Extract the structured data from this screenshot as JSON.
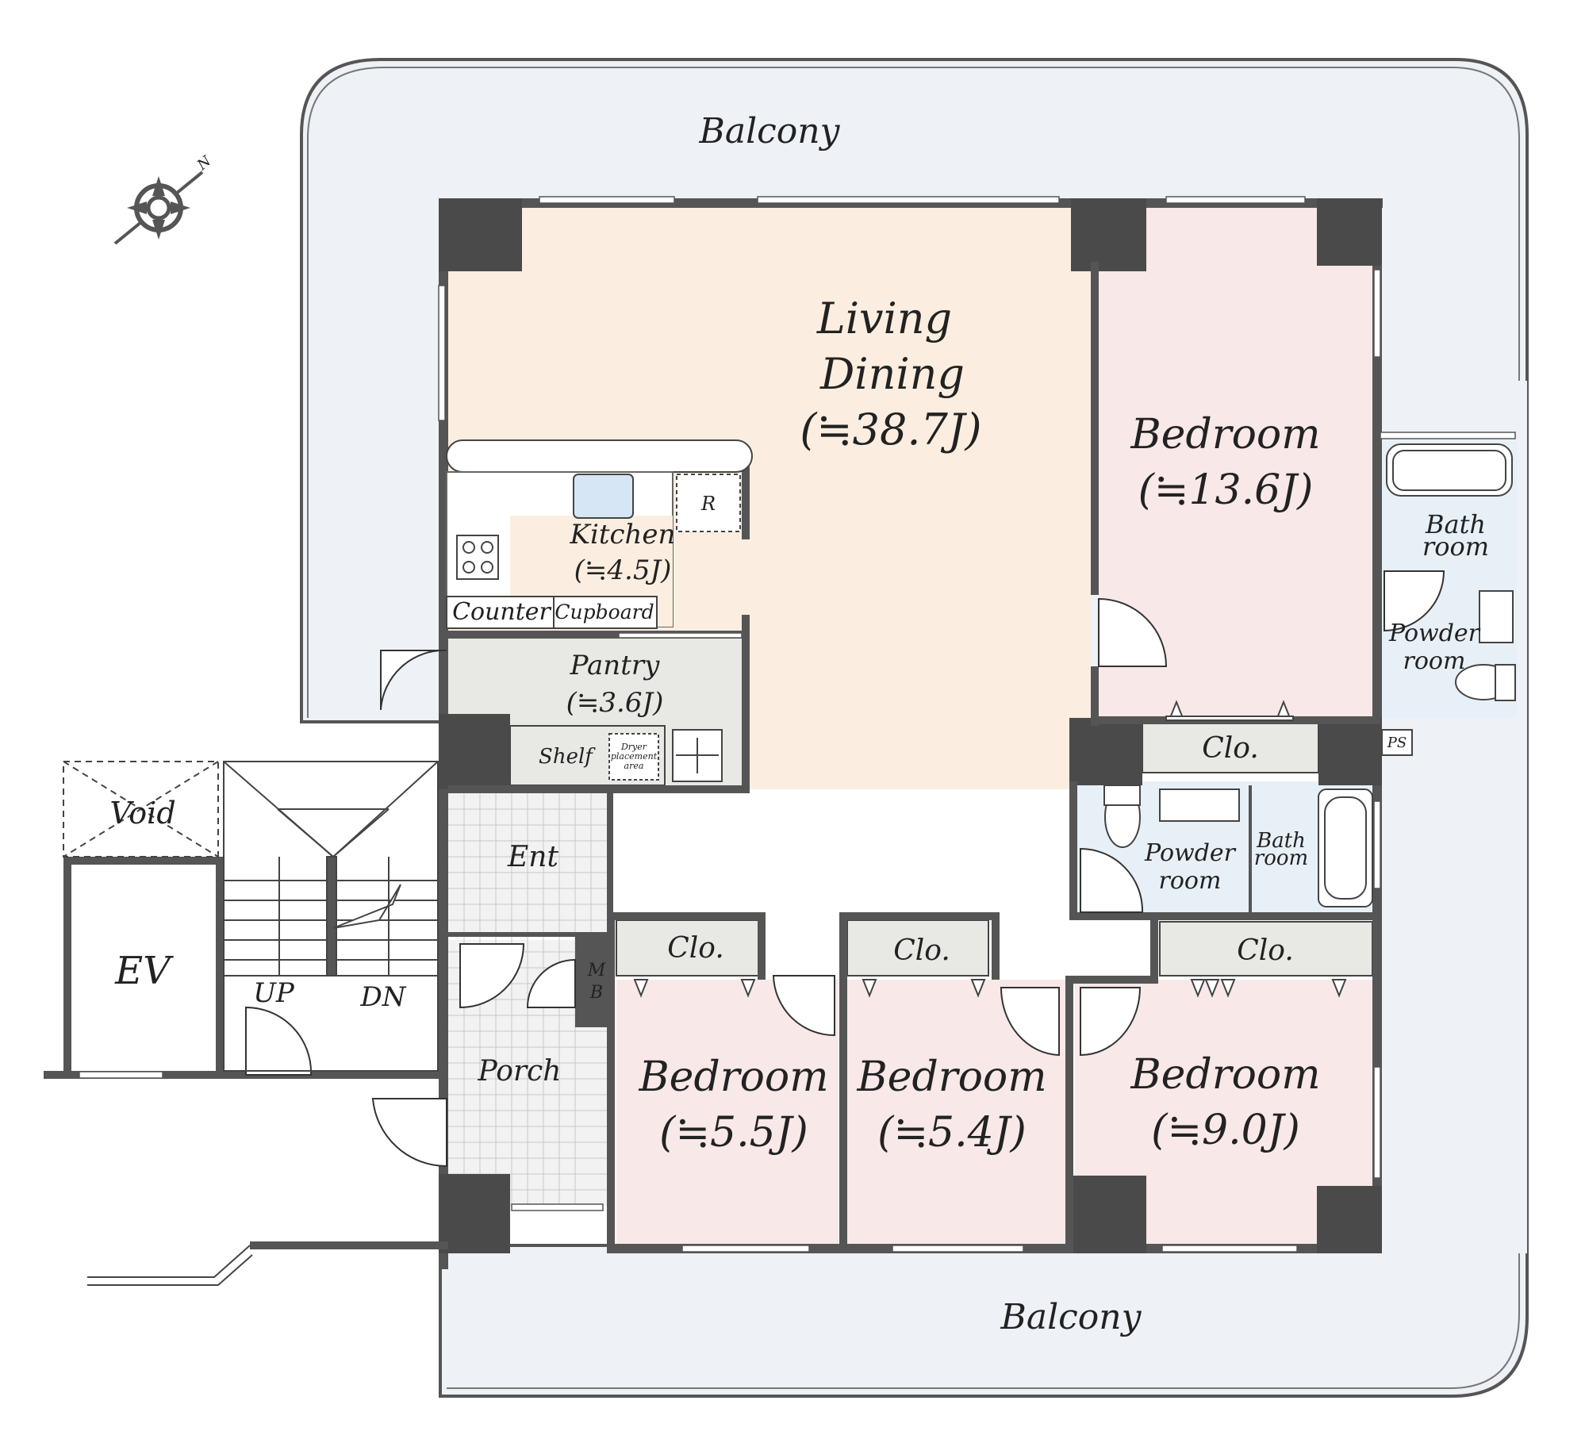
{
  "colors": {
    "wall": "#555555",
    "balcony": "#eef1f6",
    "living": "#fbeee0",
    "bedroom": "#f8e8e8",
    "wet_area": "#e8f0f7",
    "utility": "#e8e8e4",
    "tile": "#f2f2f2"
  },
  "compass": {
    "icon": "compass-rose-icon",
    "north_label": "N"
  },
  "labels": {
    "balcony_top": "Balcony",
    "balcony_bottom": "Balcony",
    "living_1": "Living",
    "living_2": "Dining",
    "living_area": "(≒38.7J)",
    "bedroom_main": "Bedroom",
    "bedroom_main_area": "(≒13.6J)",
    "bath_top_1": "Bath",
    "bath_top_2": "room",
    "powder_top_1": "Powder",
    "powder_top_2": "room",
    "kitchen": "Kitchen",
    "kitchen_area": "(≒4.5J)",
    "fridge": "R",
    "counter": "Counter",
    "cupboard": "Cupboard",
    "pantry": "Pantry",
    "pantry_area": "(≒3.6J)",
    "shelf": "Shelf",
    "dryer_1": "Dryer",
    "dryer_2": "placement",
    "dryer_3": "area",
    "clo_center": "Clo.",
    "ps": "PS",
    "powder_mid_1": "Powder",
    "powder_mid_2": "room",
    "bath_mid_1": "Bath",
    "bath_mid_2": "room",
    "void": "Void",
    "ev": "EV",
    "up": "UP",
    "dn": "DN",
    "ent": "Ent",
    "mb_1": "M",
    "mb_2": "B",
    "porch": "Porch",
    "clo_1": "Clo.",
    "clo_2": "Clo.",
    "clo_3": "Clo.",
    "bedroom_a": "Bedroom",
    "bedroom_a_area": "(≒5.5J)",
    "bedroom_b": "Bedroom",
    "bedroom_b_area": "(≒5.4J)",
    "bedroom_c": "Bedroom",
    "bedroom_c_area": "(≒9.0J)"
  }
}
